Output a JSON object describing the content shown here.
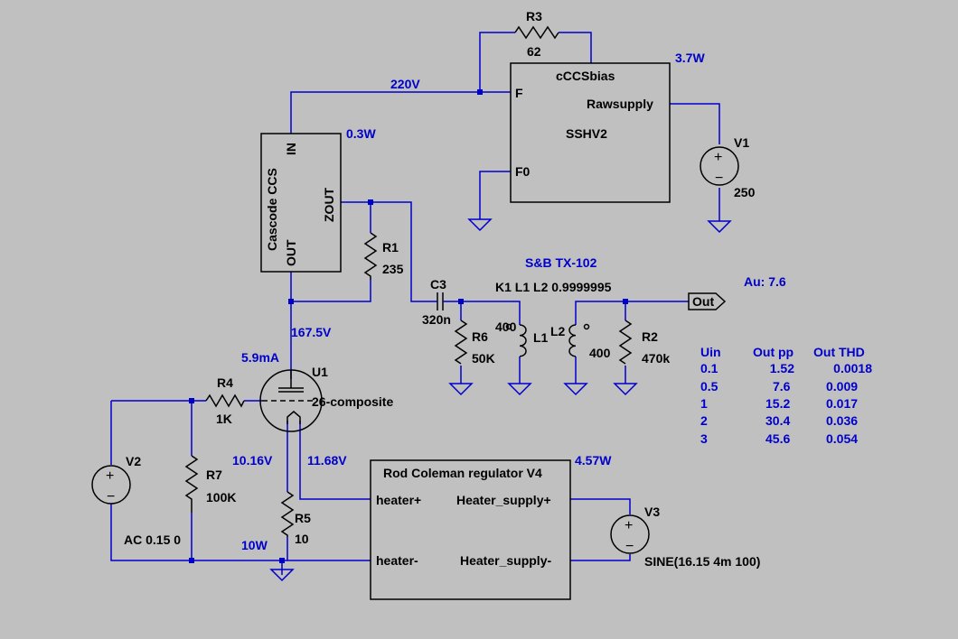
{
  "components": {
    "R3": {
      "name": "R3",
      "value": "62"
    },
    "ccs_bias": {
      "name": "cCCSbias",
      "model": "SSHV2",
      "pin_f": "F",
      "pin_f0": "F0",
      "pin_raw": "Rawsupply",
      "power": "3.7W"
    },
    "V1": {
      "name": "V1",
      "value": "250"
    },
    "cascode": {
      "name": "Cascode CCS",
      "pin_in": "IN",
      "pin_out": "OUT",
      "pin_zout": "ZOUT",
      "power": "0.3W"
    },
    "R1": {
      "name": "R1",
      "value": "235"
    },
    "C3": {
      "name": "C3",
      "value": "320n"
    },
    "R6": {
      "name": "R6",
      "value": "50K"
    },
    "L1": {
      "name": "L1",
      "value": "400"
    },
    "L2": {
      "name": "L2",
      "value": "400"
    },
    "R2": {
      "name": "R2",
      "value": "470k"
    },
    "U1": {
      "name": "U1",
      "model": "26-composite"
    },
    "R4": {
      "name": "R4",
      "value": "1K"
    },
    "V2": {
      "name": "V2",
      "value": "AC 0.15 0"
    },
    "R7": {
      "name": "R7",
      "value": "100K"
    },
    "R5": {
      "name": "R5",
      "value": "10"
    },
    "regulator": {
      "name": "Rod Coleman regulator V4",
      "pin_hp": "heater+",
      "pin_hm": "heater-",
      "pin_sp": "Heater_supply+",
      "pin_sm": "Heater_supply-",
      "power": "4.57W"
    },
    "V3": {
      "name": "V3",
      "value": "SINE(16.15 4m 100)"
    }
  },
  "net_labels": {
    "v220": "220V",
    "v167": "167.5V",
    "i_anode": "5.9mA",
    "v1016": "10.16V",
    "v1168": "11.68V",
    "p10w": "10W"
  },
  "transformer": {
    "name": "S&B TX-102",
    "coupling": "K1 L1 L2 0.9999995"
  },
  "output_port": {
    "label": "Out"
  },
  "gain": "Au: 7.6",
  "results_table": {
    "headers": [
      "Uin",
      "Out pp",
      "Out THD"
    ],
    "rows": [
      [
        "0.1",
        "1.52",
        "0.0018"
      ],
      [
        "0.5",
        "7.6",
        "0.009"
      ],
      [
        "1",
        "15.2",
        "0.017"
      ],
      [
        "2",
        "30.4",
        "0.036"
      ],
      [
        "3",
        "45.6",
        "0.054"
      ]
    ]
  },
  "colors": {
    "background": "#c0c0c0",
    "wire": "#0000cc",
    "component": "#000000",
    "annotation": "#0000cc"
  }
}
